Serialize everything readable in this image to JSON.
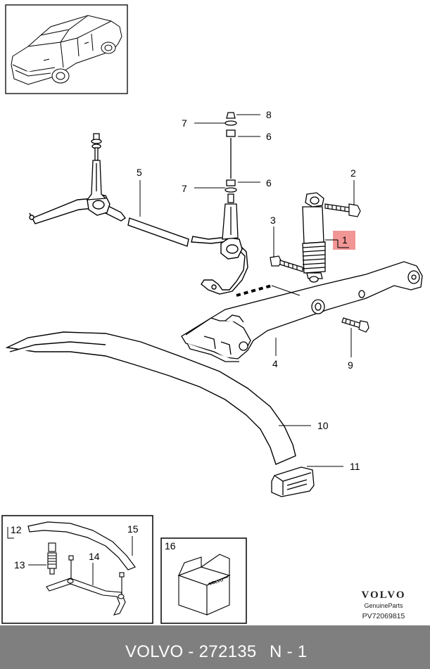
{
  "callouts": {
    "c1": "1",
    "c2": "2",
    "c3": "3",
    "c4": "4",
    "c5": "5",
    "c6a": "6",
    "c6b": "6",
    "c7a": "7",
    "c7b": "7",
    "c8": "8",
    "c9": "9",
    "c10": "10",
    "c11": "11",
    "c12": "12",
    "c13": "13",
    "c14": "14",
    "c15": "15",
    "c16": "16"
  },
  "brand": {
    "name": "VOLVO",
    "subtitle": "GenuineParts",
    "code": "PV72069815"
  },
  "footer": {
    "brand": "VOLVO - 272135",
    "position": "N - 1"
  },
  "colors": {
    "highlight": "#f08a8a",
    "footer_bg": "#7f7f7f",
    "line": "#000000"
  }
}
